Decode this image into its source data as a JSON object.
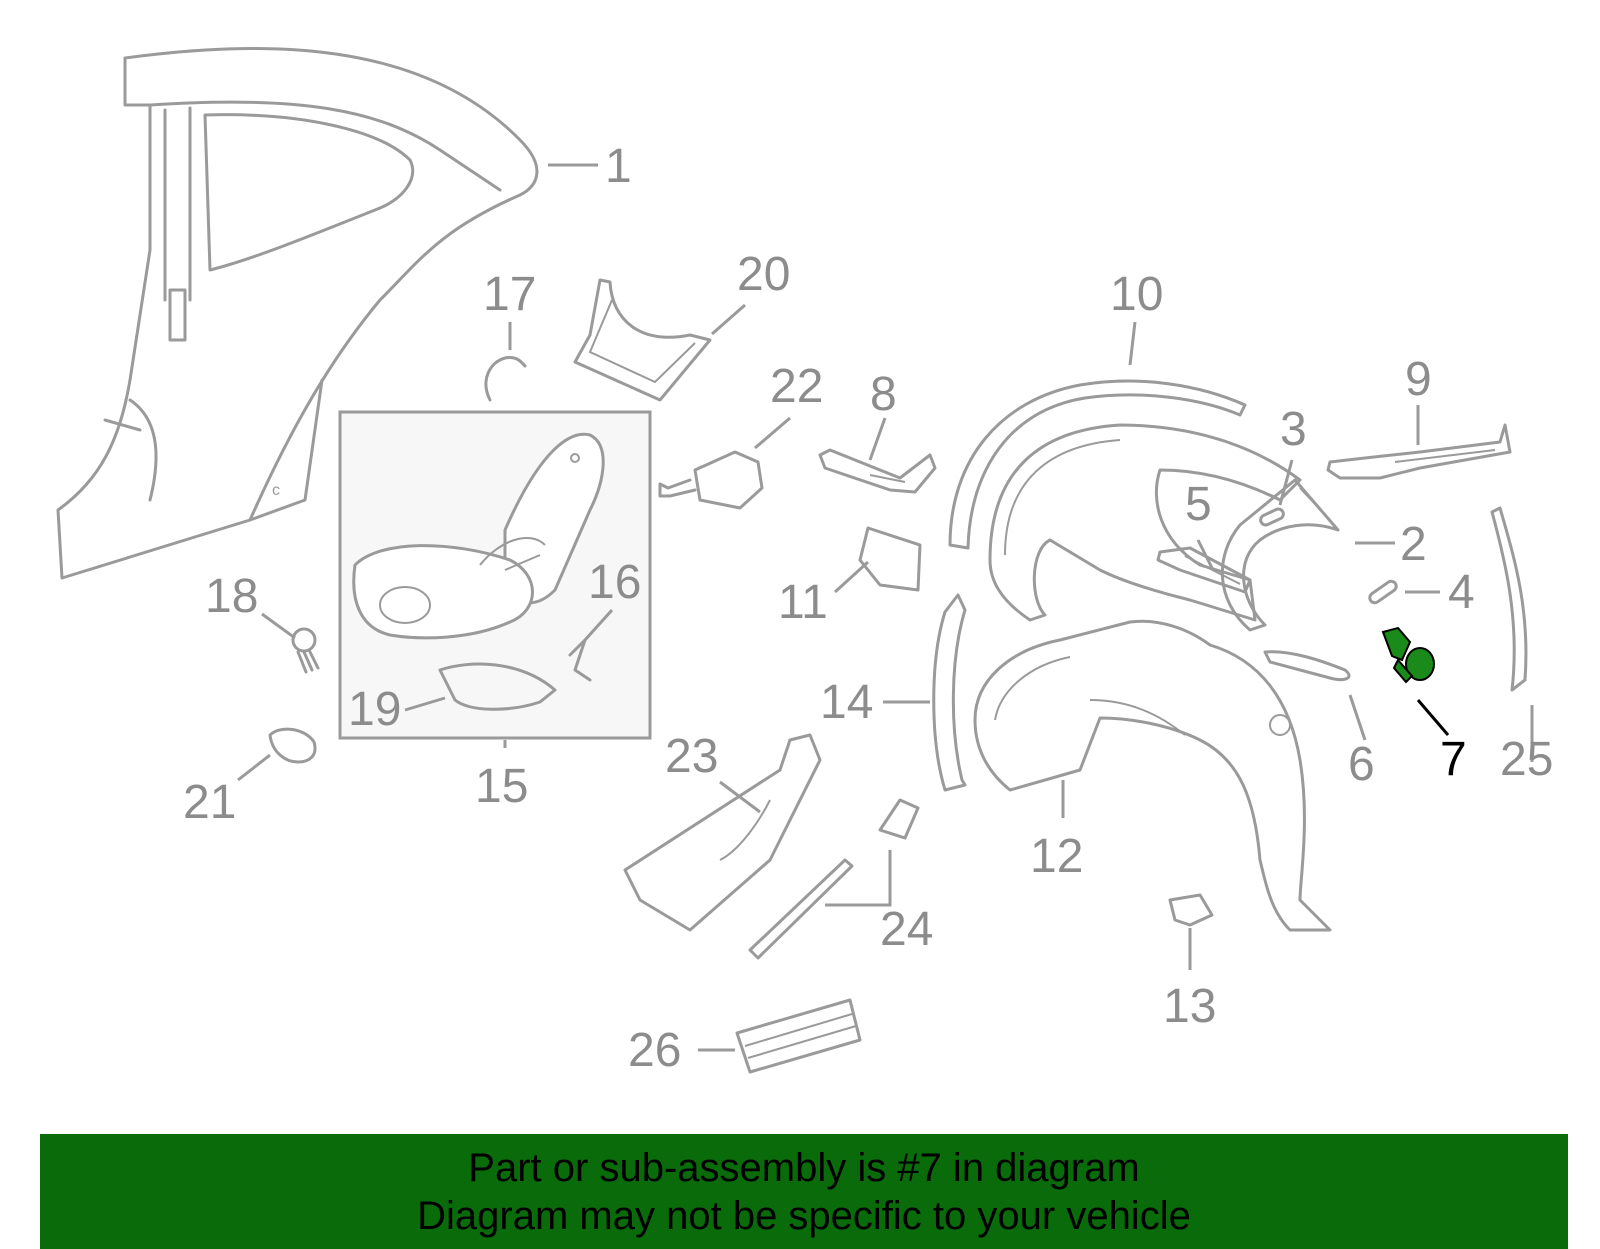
{
  "diagram": {
    "title": "",
    "highlight_callout": "7",
    "colors": {
      "part_stroke": "#9a9a9a",
      "callout_text": "#8c8c8c",
      "highlight_fill": "#1a8a1a",
      "highlight_text": "#000000"
    },
    "callouts": {
      "c1": "1",
      "c2": "2",
      "c3": "3",
      "c4": "4",
      "c5": "5",
      "c6": "6",
      "c7": "7",
      "c8": "8",
      "c9": "9",
      "c10": "10",
      "c11": "11",
      "c12": "12",
      "c13": "13",
      "c14": "14",
      "c15": "15",
      "c16": "16",
      "c17": "17",
      "c18": "18",
      "c19": "19",
      "c20": "20",
      "c21": "21",
      "c22": "22",
      "c23": "23",
      "c24": "24",
      "c25": "25",
      "c26": "26"
    }
  },
  "banner": {
    "background": "#0a6b0a",
    "line1": "Part or sub-assembly is #7 in diagram",
    "line2": "Diagram may not be specific to your vehicle"
  }
}
